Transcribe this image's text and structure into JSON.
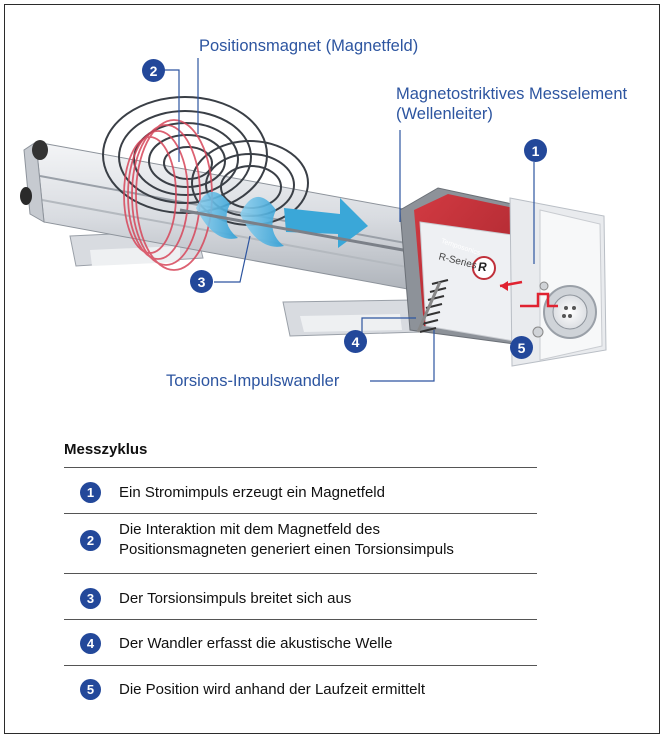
{
  "labels": {
    "positionsmagnet": "Positionsmagnet (Magnetfeld)",
    "messelement_line1": "Magnetostriktives Messelement",
    "messelement_line2": "(Wellenleiter)",
    "impulswandler": "Torsions-Impulswandler"
  },
  "product": {
    "brand": "Temposonics",
    "series": "R-Series",
    "r_mark": "R"
  },
  "markers": [
    "1",
    "2",
    "3",
    "4",
    "5"
  ],
  "section_title": "Messzyklus",
  "steps": [
    {
      "num": "1",
      "line1": "Ein Stromimpuls erzeugt ein Magnetfeld",
      "line2": ""
    },
    {
      "num": "2",
      "line1": "Die Interaktion mit dem Magnetfeld des",
      "line2": "Positionsmagneten generiert einen Torsionsimpuls"
    },
    {
      "num": "3",
      "line1": "Der Torsionsimpuls breitet sich aus",
      "line2": ""
    },
    {
      "num": "4",
      "line1": "Der Wandler erfasst die akustische Welle",
      "line2": ""
    },
    {
      "num": "5",
      "line1": "Die Position wird anhand der Laufzeit ermittelt",
      "line2": ""
    }
  ],
  "colors": {
    "accent": "#2d55a0",
    "marker": "#23489a",
    "housing": "#c0303a",
    "wave": "#3aa7d8"
  }
}
